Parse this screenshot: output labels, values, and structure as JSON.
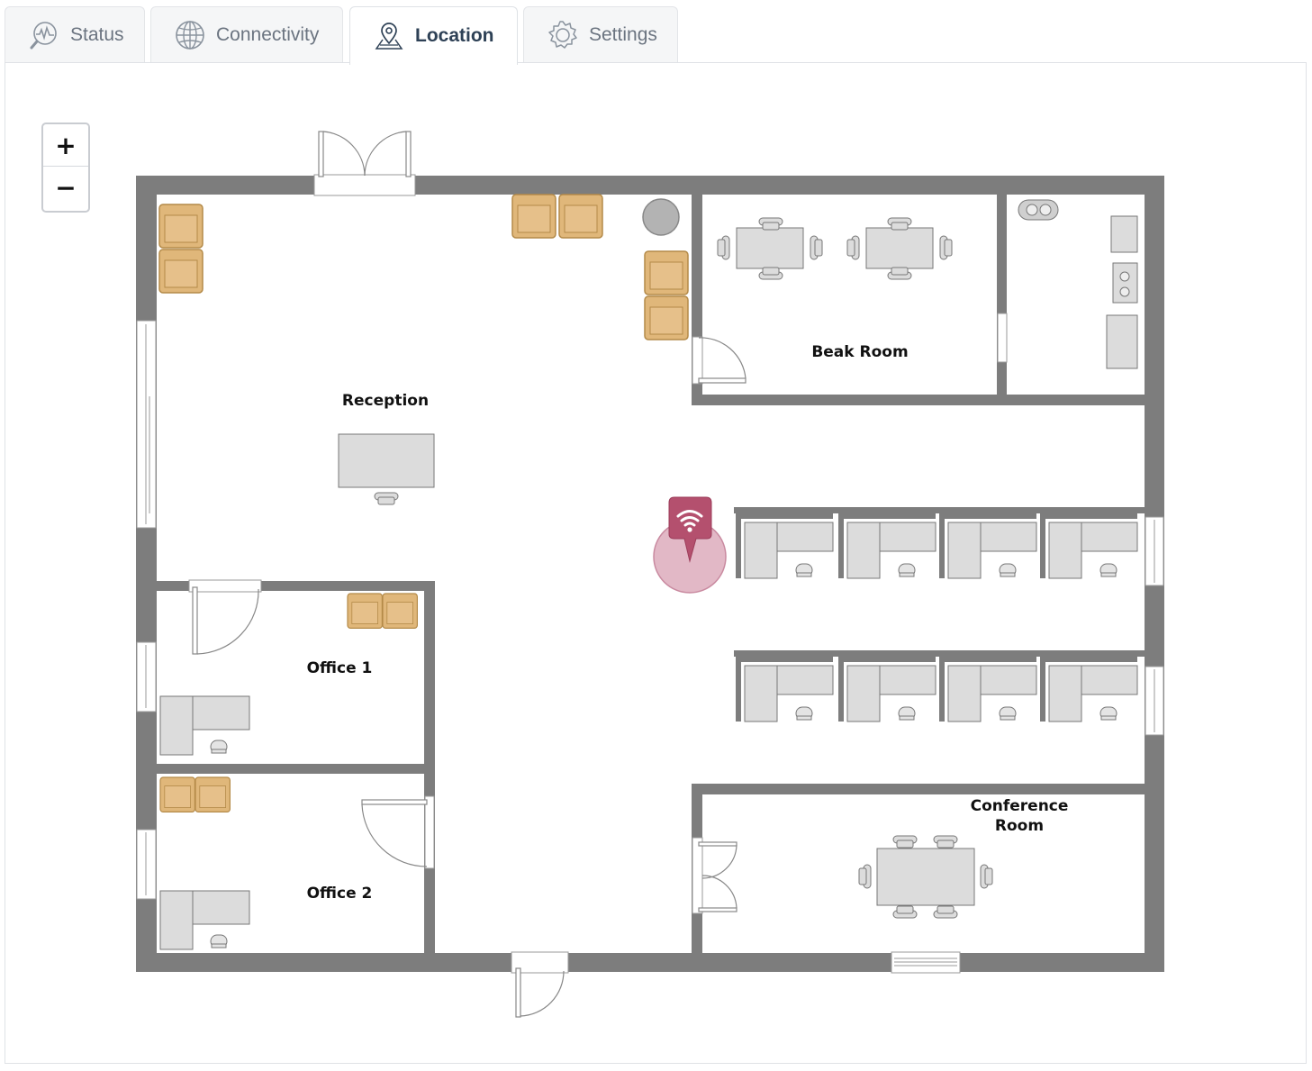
{
  "tabs": [
    {
      "label": "Status",
      "icon": "status-chart-icon",
      "active": false
    },
    {
      "label": "Connectivity",
      "icon": "globe-icon",
      "active": false
    },
    {
      "label": "Location",
      "icon": "map-pin-icon",
      "active": true
    },
    {
      "label": "Settings",
      "icon": "gear-icon",
      "active": false
    }
  ],
  "zoom": {
    "in_label": "+",
    "out_label": "−"
  },
  "floor_plan": {
    "rooms": {
      "reception": "Reception",
      "break_room": "Beak Room",
      "office1": "Office 1",
      "office2": "Office 2",
      "conference_line1": "Conference",
      "conference_line2": "Room"
    }
  },
  "marker": {
    "icon": "wifi-icon",
    "color": "#b4506e"
  },
  "colors": {
    "wall": "#7d7d7d",
    "furniture": "#dcdcdc",
    "sofa": "#e0b77a",
    "active_tab_text": "#2e4156",
    "tab_text": "#6b7480"
  }
}
